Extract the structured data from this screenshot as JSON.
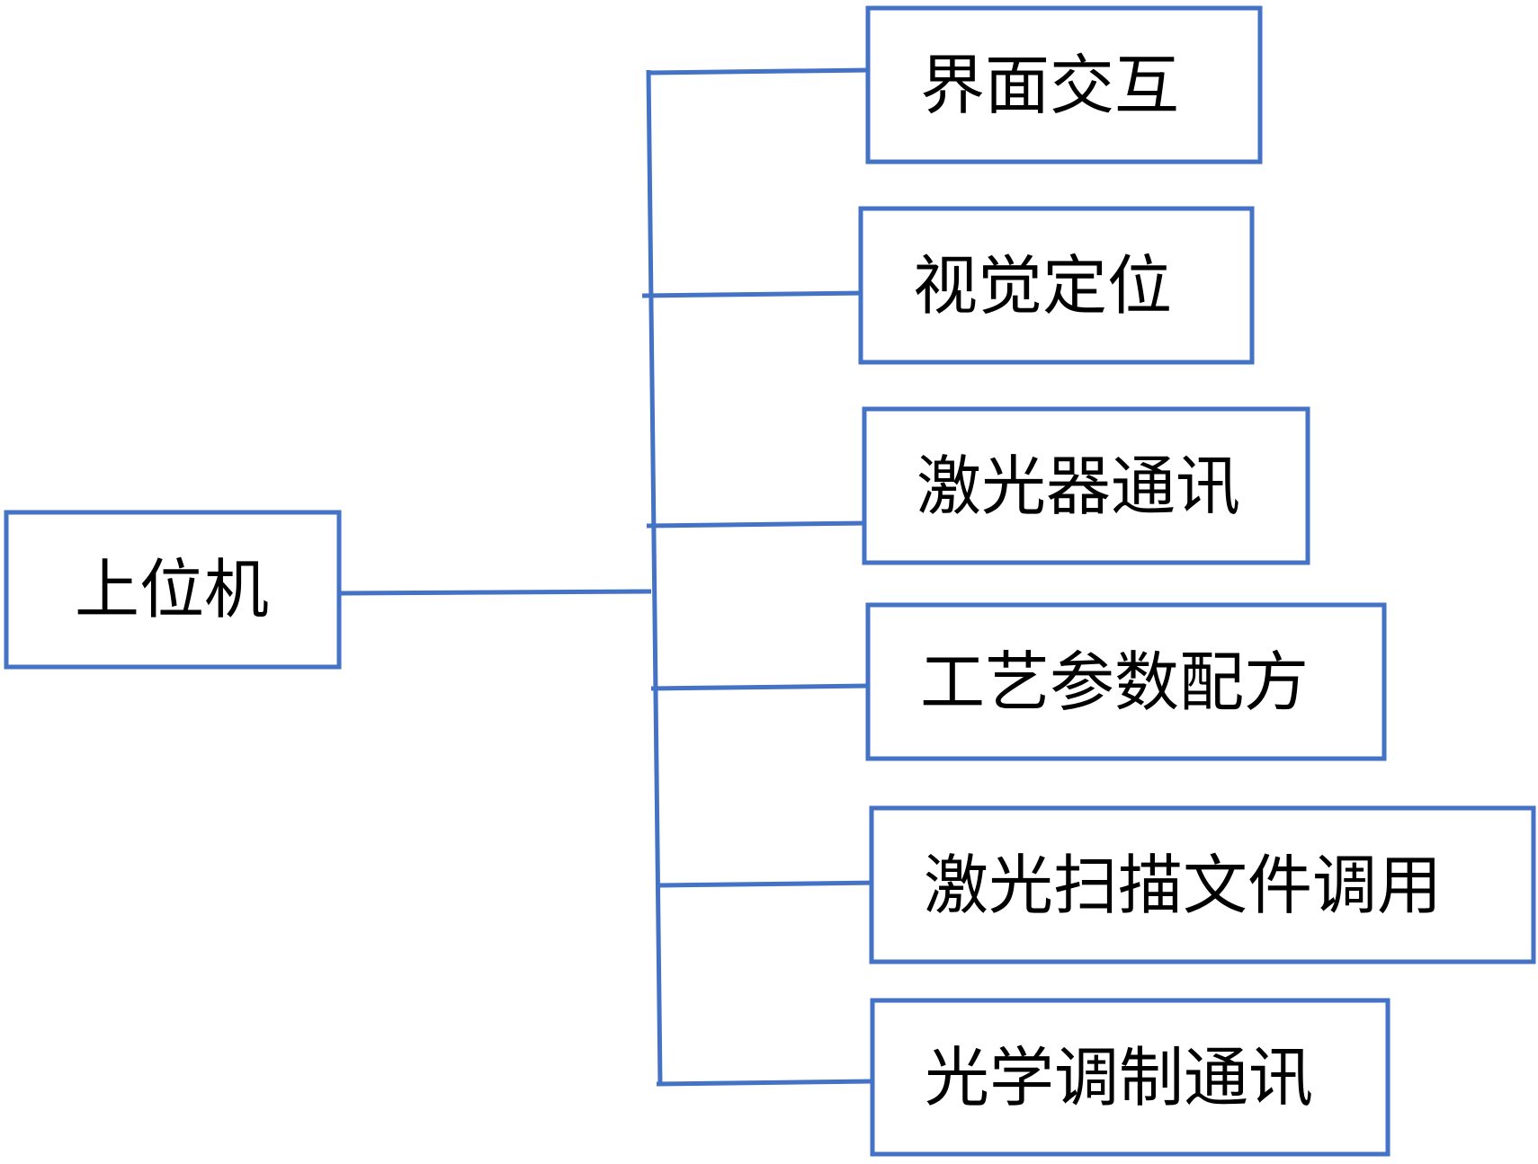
{
  "colors": {
    "line": "#4472c4",
    "box_fill": "#ffffff",
    "text": "#000000"
  },
  "diagram": {
    "root": {
      "label": "上位机"
    },
    "children": [
      {
        "label": "界面交互"
      },
      {
        "label": "视觉定位"
      },
      {
        "label": "激光器通讯"
      },
      {
        "label": "工艺参数配方"
      },
      {
        "label": "激光扫描文件调用"
      },
      {
        "label": "光学调制通讯"
      }
    ]
  }
}
